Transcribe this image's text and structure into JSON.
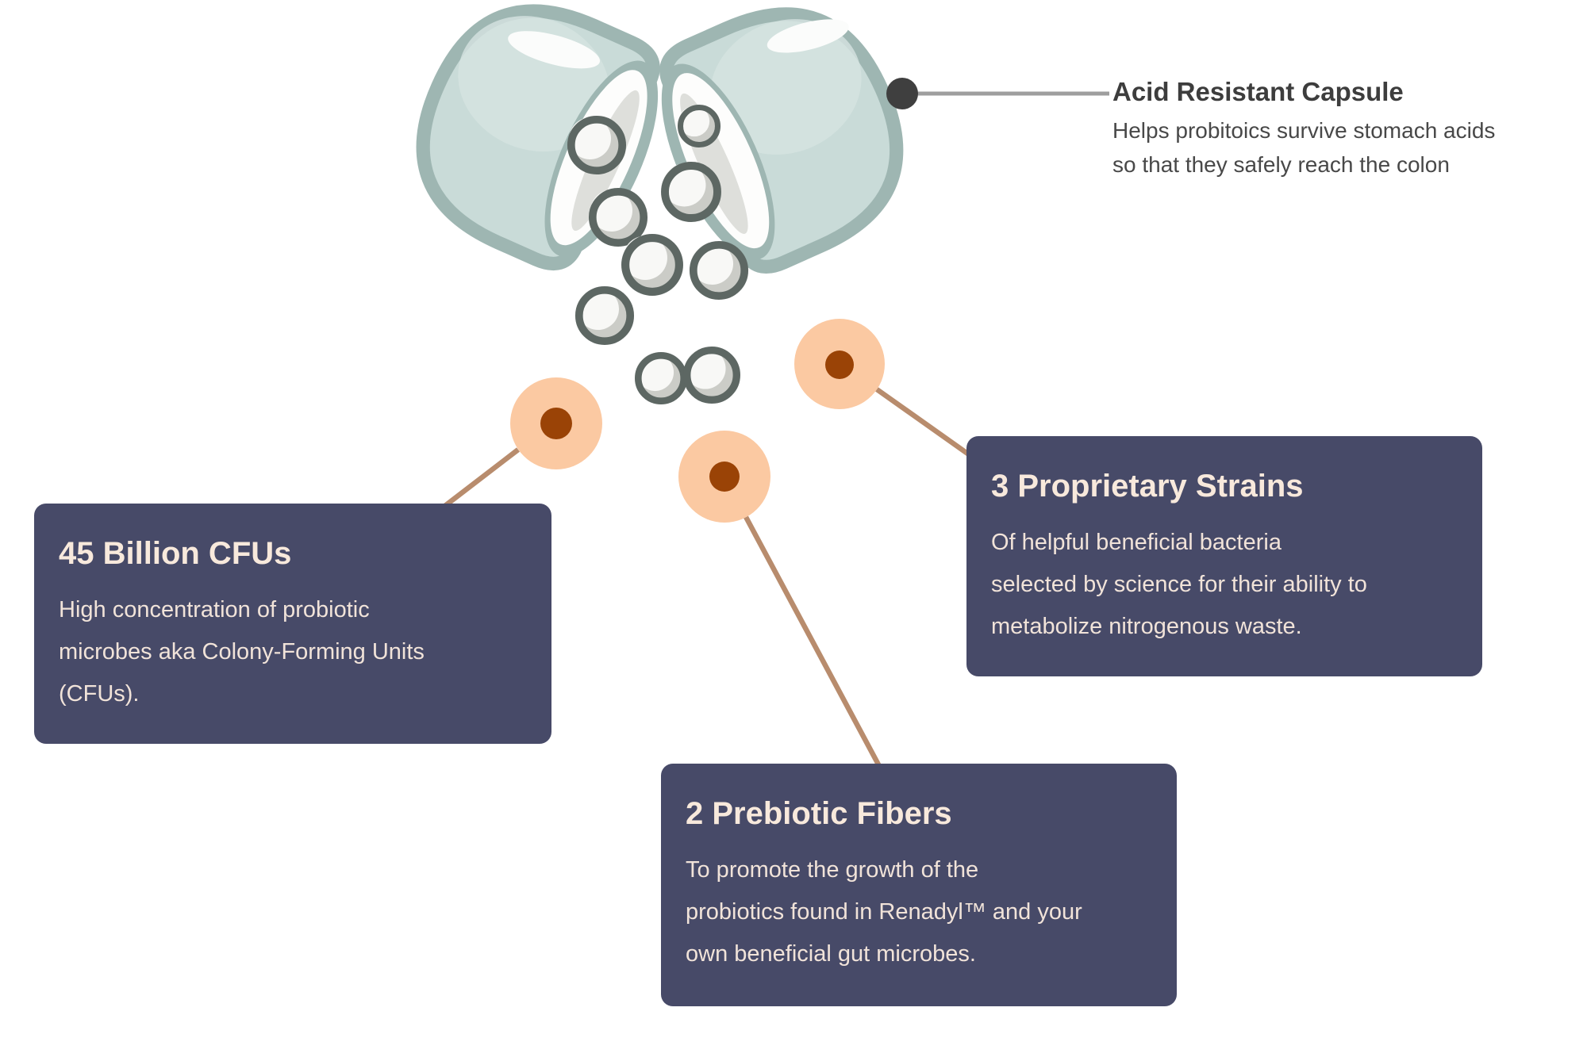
{
  "capsule_label": {
    "title": "Acid Resistant Capsule",
    "lines": [
      "Helps probitoics survive stomach acids",
      "so that they safely reach the colon"
    ]
  },
  "callouts": {
    "cfus": {
      "title": "45 Billion CFUs",
      "lines": [
        "High concentration of probiotic",
        "microbes aka Colony-Forming Units",
        "(CFUs)."
      ]
    },
    "strains": {
      "title": "3 Proprietary Strains",
      "lines": [
        "Of helpful beneficial bacteria",
        "selected by science for their ability to",
        "metabolize nitrogenous waste."
      ]
    },
    "fibers": {
      "title": "2 Prebiotic Fibers",
      "lines": [
        "To promote the growth of the",
        "probiotics found in Renadyl™ and your",
        "own beneficial gut microbes."
      ]
    }
  },
  "colors": {
    "box_bg": "#474A68",
    "box_title": "#F8E9DC",
    "box_text": "#F1E3D9",
    "label_title": "#3D3D3D",
    "label_text": "#484848",
    "peach": "#FBC9A2",
    "rust": "#9A4306",
    "tan": "#B88C6D",
    "gray_line": "#9E9E9E",
    "marker_dark": "#3F3F3F",
    "capsule_fill": "#C9DBD8",
    "capsule_rim": "#9EB6B2",
    "capsule_light": "#D6E4E1",
    "ball_fill": "#F8F8F6",
    "ball_shadow": "#CBCCC7",
    "ball_ring": "#5D6763"
  }
}
